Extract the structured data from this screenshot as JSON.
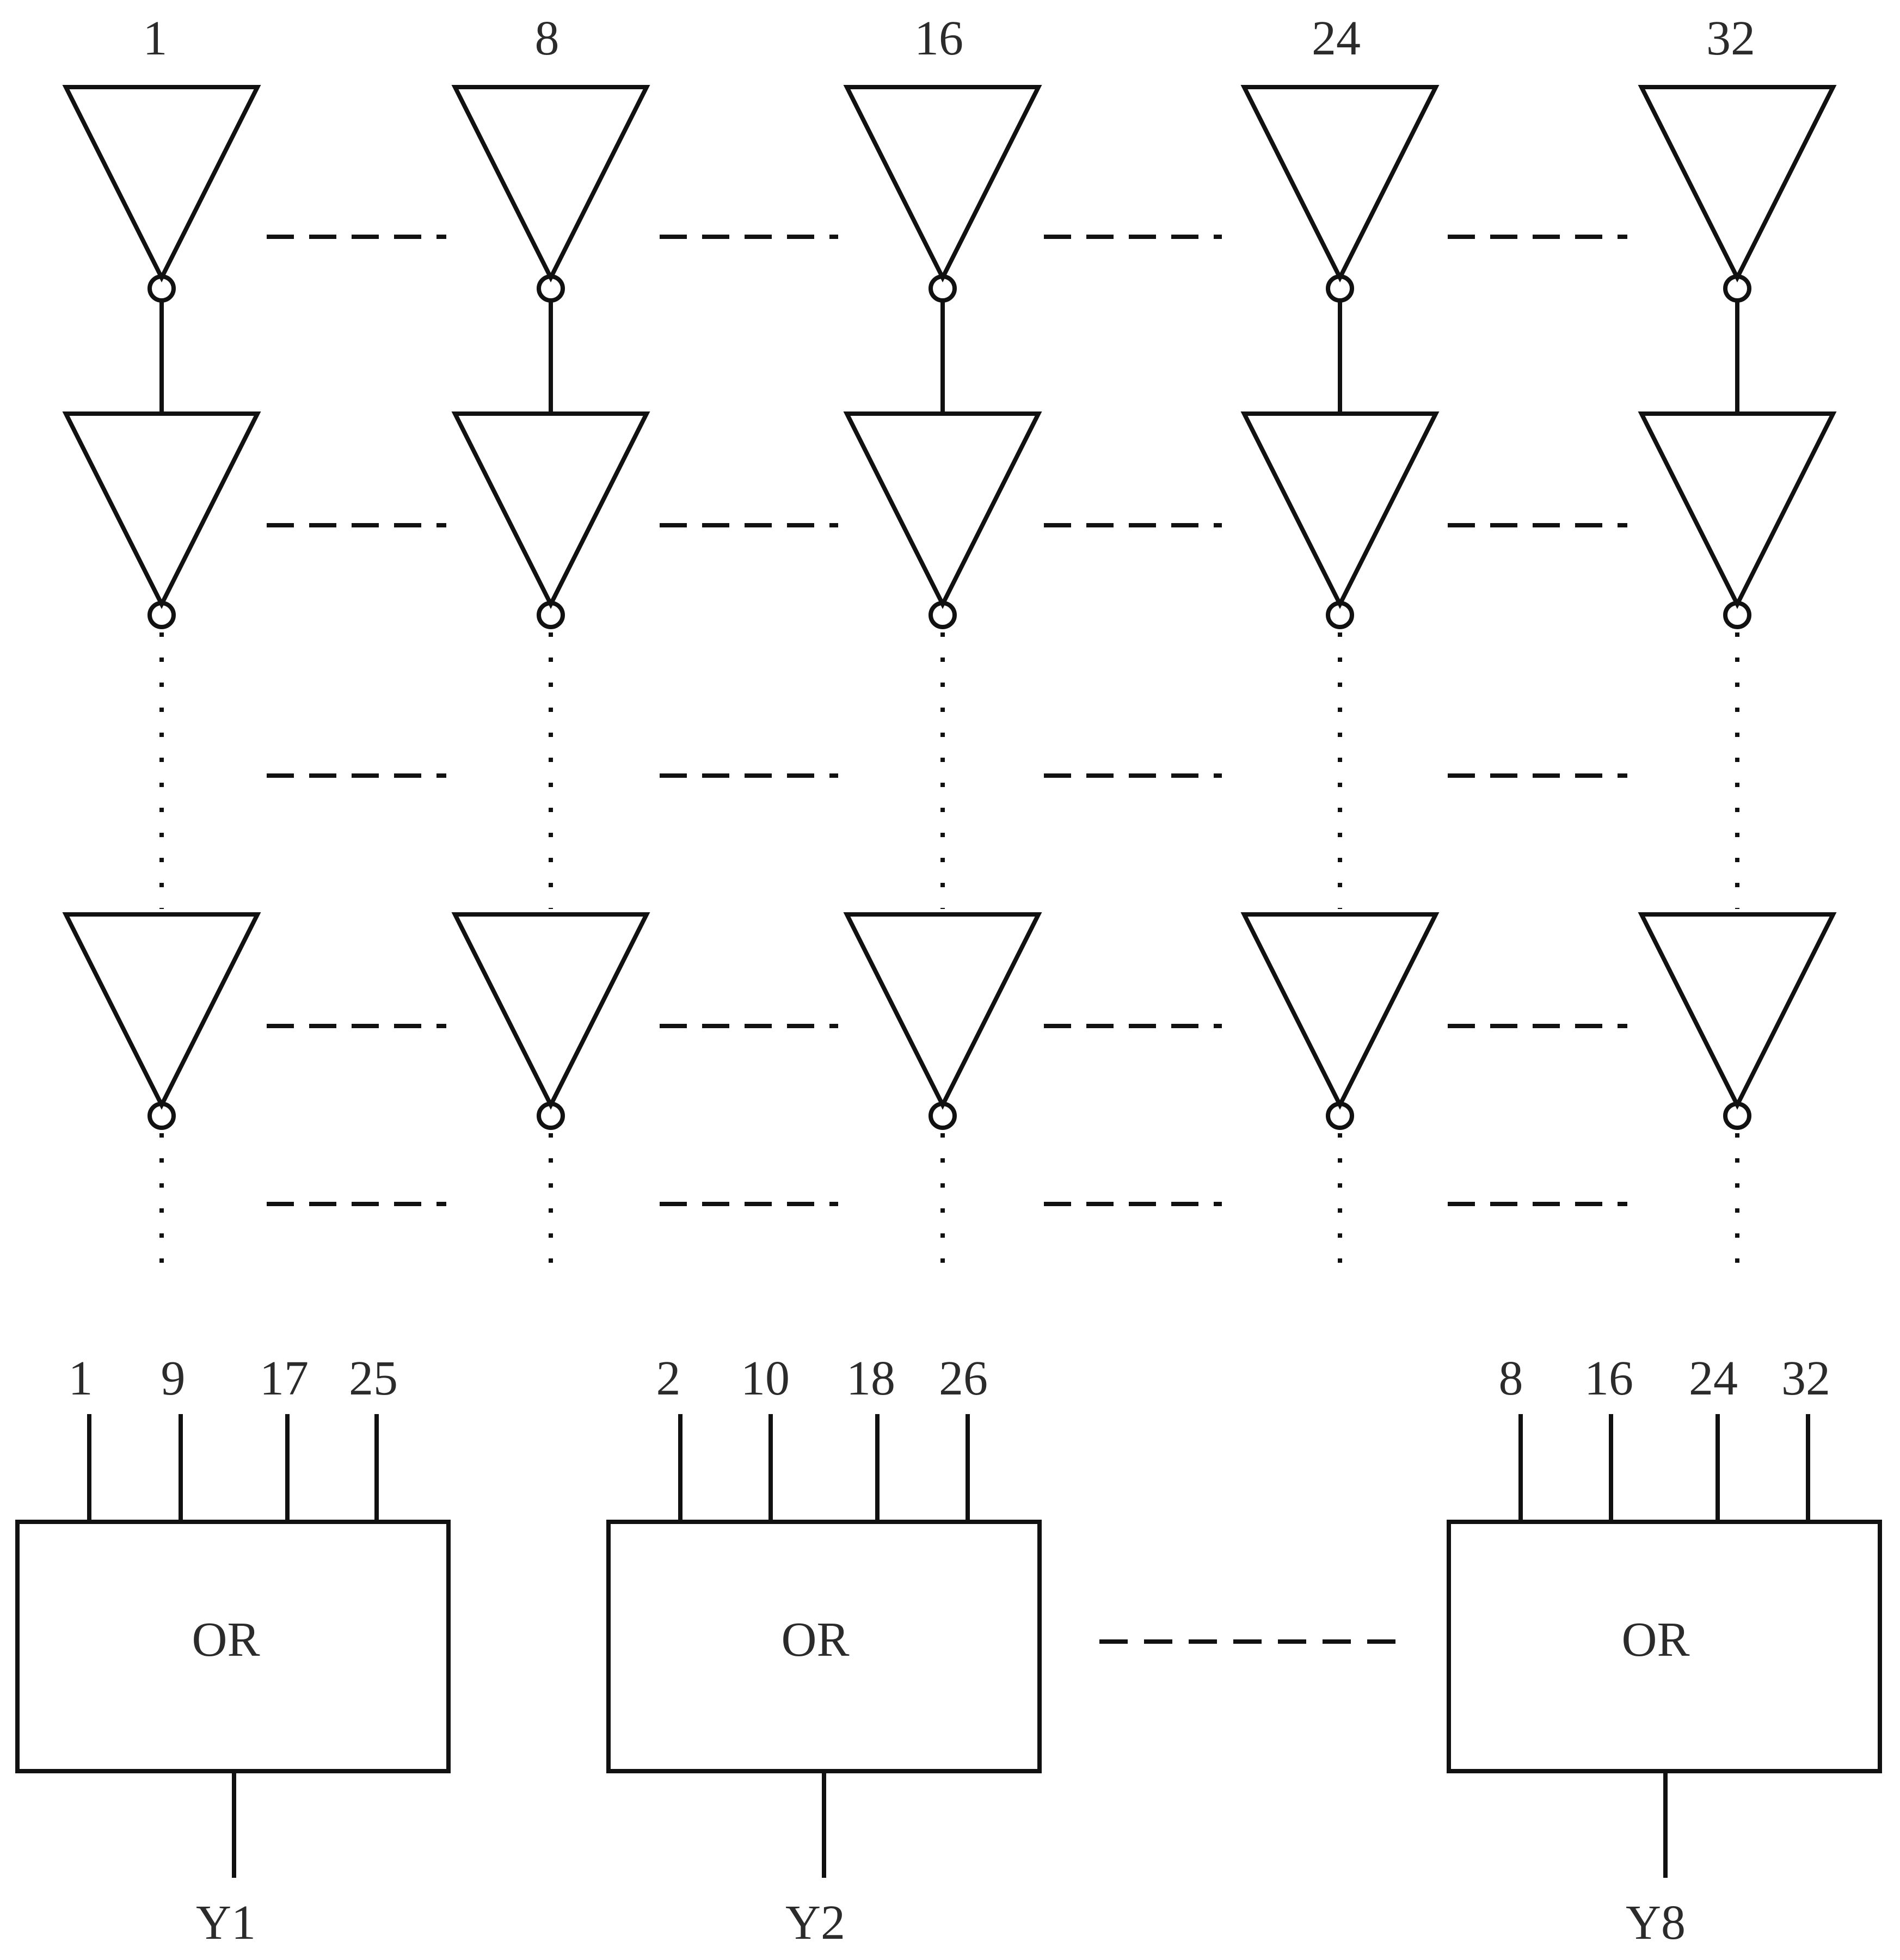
{
  "inverter_columns": [
    {
      "label": "1"
    },
    {
      "label": "8"
    },
    {
      "label": "16"
    },
    {
      "label": "24"
    },
    {
      "label": "32"
    }
  ],
  "or_gates": [
    {
      "label": "OR",
      "inputs": [
        "1",
        "9",
        "17",
        "25"
      ],
      "output": "Y1"
    },
    {
      "label": "OR",
      "inputs": [
        "2",
        "10",
        "18",
        "26"
      ],
      "output": "Y2"
    },
    {
      "label": "OR",
      "inputs": [
        "8",
        "16",
        "24",
        "32"
      ],
      "output": "Y8"
    }
  ],
  "colors": {
    "stroke": "#111111",
    "text": "#2b2b2b"
  }
}
